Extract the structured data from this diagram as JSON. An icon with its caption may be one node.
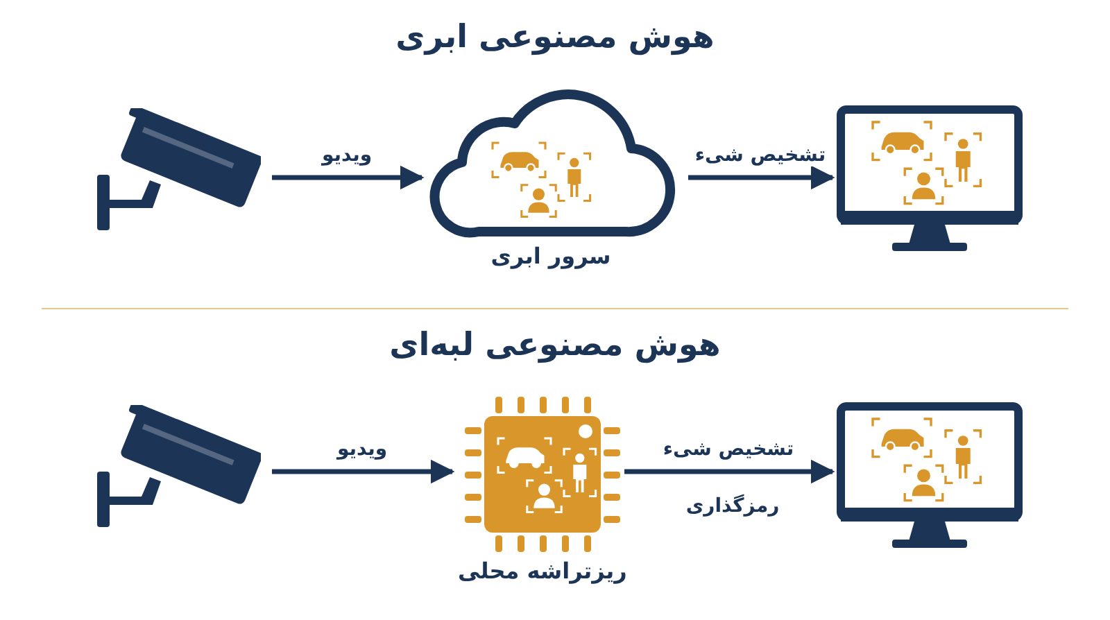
{
  "diagram": {
    "nodes": [
      {
        "text": [],
        "shape": "camera"
      },
      {
        "text": [
          "سرور ابری"
        ]
      },
      {
        "text": [],
        "shape": "monitor"
      },
      {
        "text": [],
        "shape": "camera"
      },
      {
        "text": [
          "ریزتراشه محلی"
        ]
      },
      {
        "text": [],
        "shape": "monitor"
      }
    ],
    "edges": [
      {
        "from": 0,
        "to": 1,
        "arrow": "to",
        "label": "ویدیو"
      },
      {
        "from": 1,
        "to": 2,
        "arrow": "to",
        "label": "تشخیص شیء"
      },
      {
        "from": 3,
        "to": 4,
        "arrow": "to",
        "label": "ویدیو"
      },
      {
        "from": 4,
        "to": 5,
        "arrow": "to",
        "label": "تشخیص شیء"
      }
    ],
    "labels": [
      "هوش مصنوعی ابری",
      "هوش مصنوعی لبه‌ای",
      "رمزگذاری"
    ]
  }
}
